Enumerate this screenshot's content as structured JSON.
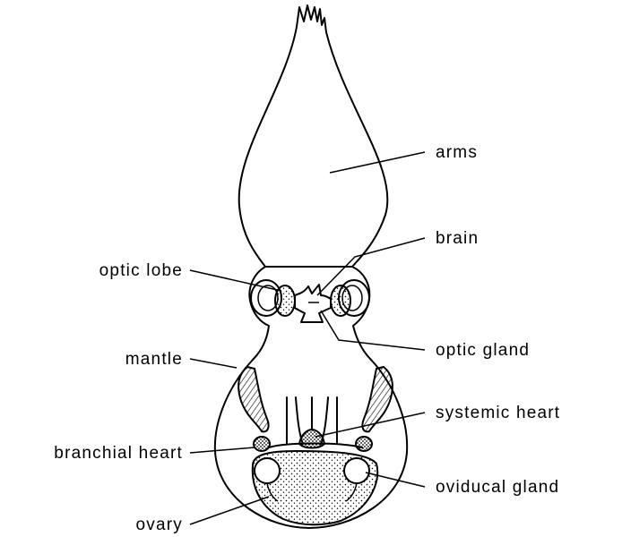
{
  "labels": {
    "arms": "arms",
    "brain": "brain",
    "optic_lobe": "optic lobe",
    "optic_gland": "optic gland",
    "mantle": "mantle",
    "systemic_heart": "systemic heart",
    "branchial_heart": "branchial heart",
    "oviducal_gland": "oviducal gland",
    "ovary": "ovary"
  }
}
